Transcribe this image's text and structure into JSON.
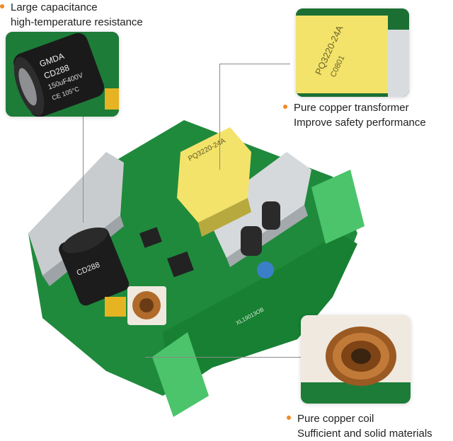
{
  "callouts": {
    "capacitance": {
      "line1": "Large capacitance",
      "line2": "high-temperature resistance"
    },
    "transformer": {
      "line1": "Pure copper transformer",
      "line2": "Improve safety performance"
    },
    "coil": {
      "line1": "Pure copper coil",
      "line2": "Sufficient and solid materials"
    }
  },
  "components": {
    "capacitor_brand": "GMDA",
    "capacitor_model": "CD288",
    "capacitor_rating": "150uF400V",
    "capacitor_temp": "CE 105°C",
    "transformer_label": "PQ3220-24A",
    "transformer_code": "C0801",
    "board_code": "XL19013OB"
  },
  "colors": {
    "accent_bullet": "#f08a24",
    "pcb_green": "#1f8a3c",
    "transformer_yellow": "#f3e36a",
    "terminal_green": "#4cc46b"
  }
}
